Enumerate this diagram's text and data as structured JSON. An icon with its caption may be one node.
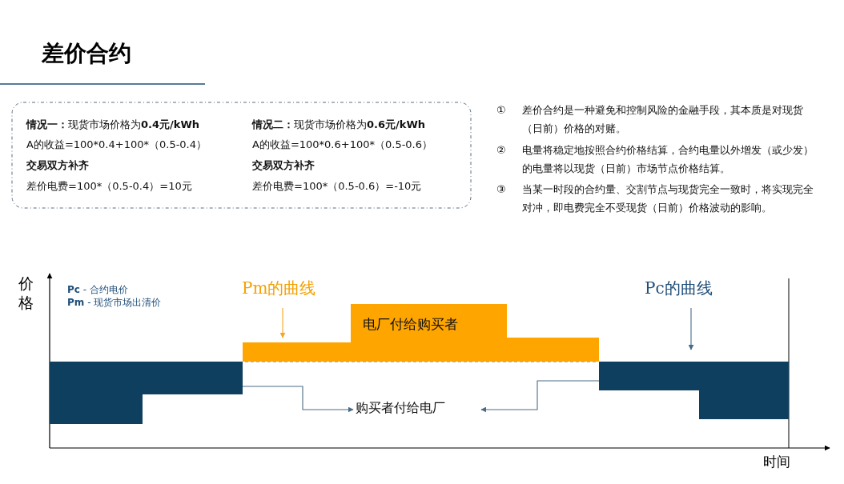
{
  "diagram": {
    "title": "差价合约",
    "nodes": [
      {
        "text": [
          "电厂付给购买者"
        ]
      },
      {
        "text": [],
        "shape": "bar"
      },
      {
        "text": [],
        "shape": "bar"
      },
      {
        "text": [
          "购买者付给电厂"
        ]
      },
      {
        "text": [
          "Pm的曲线"
        ]
      },
      {
        "text": [
          "Pc的曲线"
        ]
      }
    ],
    "edges": [
      {
        "from": 4,
        "to": 0,
        "arrow": "to",
        "color": "#f5a623"
      },
      {
        "from": 5,
        "to": 2,
        "arrow": "to"
      },
      {
        "from": 1,
        "to": 3,
        "arrow": "to"
      },
      {
        "from": 2,
        "to": 3,
        "arrow": "to"
      }
    ],
    "labels": [
      "**情况一：**现货市场价格为**0.4元/kWh**",
      "A的收益=100*0.4+100*（0.5-0.4）",
      "交易双方补齐",
      "差价电费=100*（0.5-0.4）=10元",
      "**情况二：**现货市场价格为**0.6元/kWh**",
      "A的收益=100*0.6+100*（0.5-0.6）",
      "交易双方补齐",
      "差价电费=100*（0.5-0.6）=-10元",
      "①",
      "差价合约是一种避免和控制风险的金融手段，其本质是对现货（日前）价格的对赌。",
      "②",
      "电量将稳定地按照合约价格结算，合约电量以外增发（或少发）的电量将以现货（日前）市场节点价格结算。",
      "③",
      "当某一时段的合约量、交割节点与现货完全一致时，将实现完全对冲，即电费完全不受现货（日前）价格波动的影响。",
      "价格",
      "**Pc** - 合约电价",
      "**Pm** - 现货市场出清价",
      "时间"
    ]
  }
}
